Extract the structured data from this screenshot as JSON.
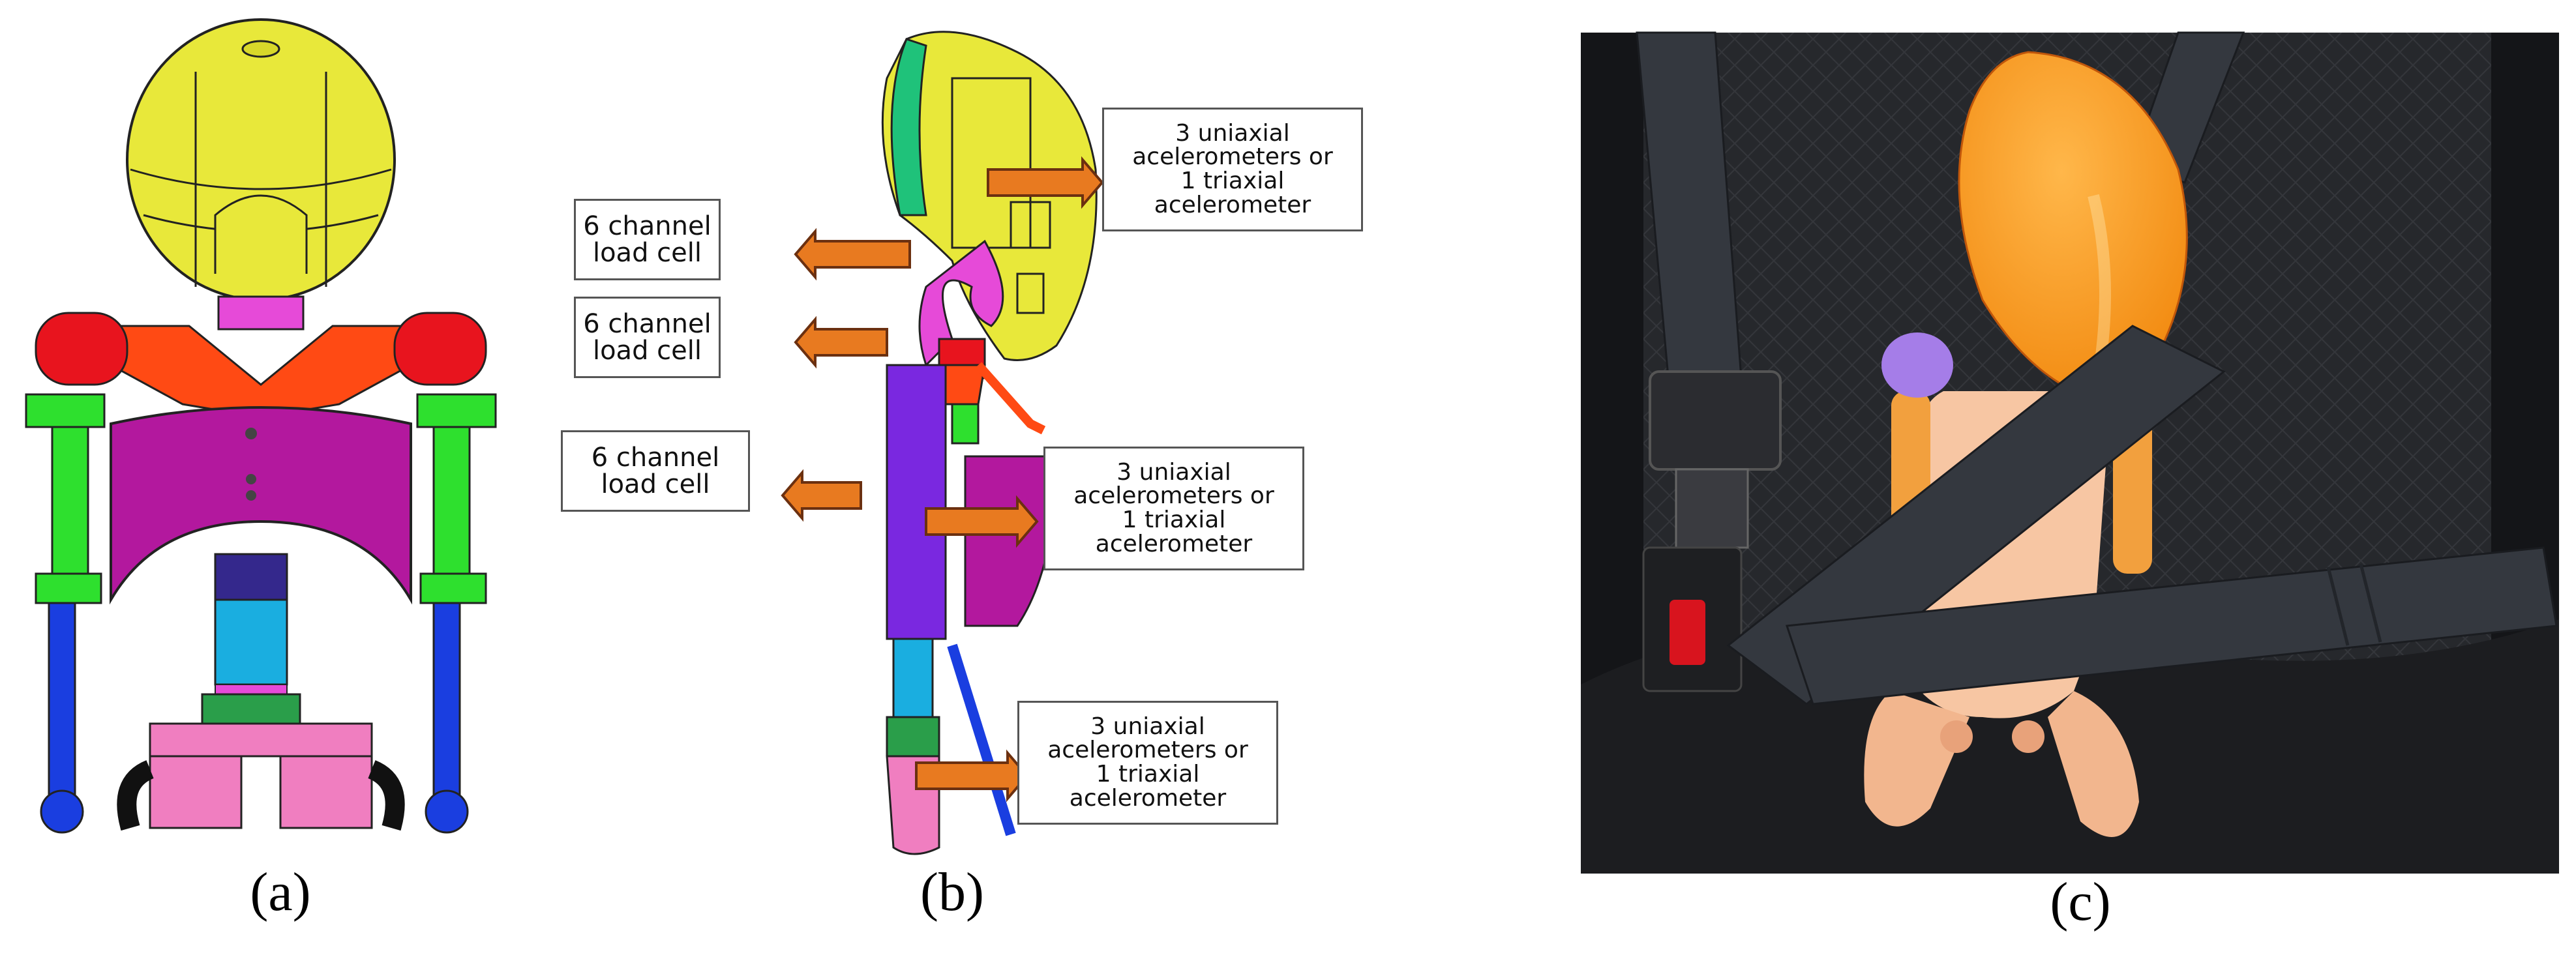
{
  "panels": [
    {
      "id": "a",
      "caption": "(a)"
    },
    {
      "id": "b",
      "caption": "(b)"
    },
    {
      "id": "c",
      "caption": "(c)"
    }
  ],
  "annotations": {
    "head_accel": "3 uniaxial\nacelerometers or\n1 triaxial\nacelerometer",
    "neck_upper": "6 channel\nload cell",
    "neck_lower": "6 channel\nload cell",
    "lumbar": "6 channel\nload cell",
    "chest_accel": "3 uniaxial\nacelerometers or\n1 triaxial\nacelerometer",
    "pelvis_accel": "3 uniaxial\nacelerometers or\n1 triaxial\nacelerometer"
  },
  "colors": {
    "head": "#e8e83a",
    "shoulder_joint": "#e8141e",
    "shoulder_bracket": "#ff4a14",
    "neck": "#e64ad8",
    "arm": "#2ee02e",
    "forearm": "#1a3ee0",
    "thorax": "#b3189e",
    "spine": "#1aaee0",
    "pelvis": "#f07ec0",
    "seat_green": "#2a9e4a",
    "arrow": "#e87a20",
    "dummy_head_photo": "#ff9a1e",
    "dummy_body_photo": "#f7c6a3",
    "belt": "#2b2f36"
  }
}
